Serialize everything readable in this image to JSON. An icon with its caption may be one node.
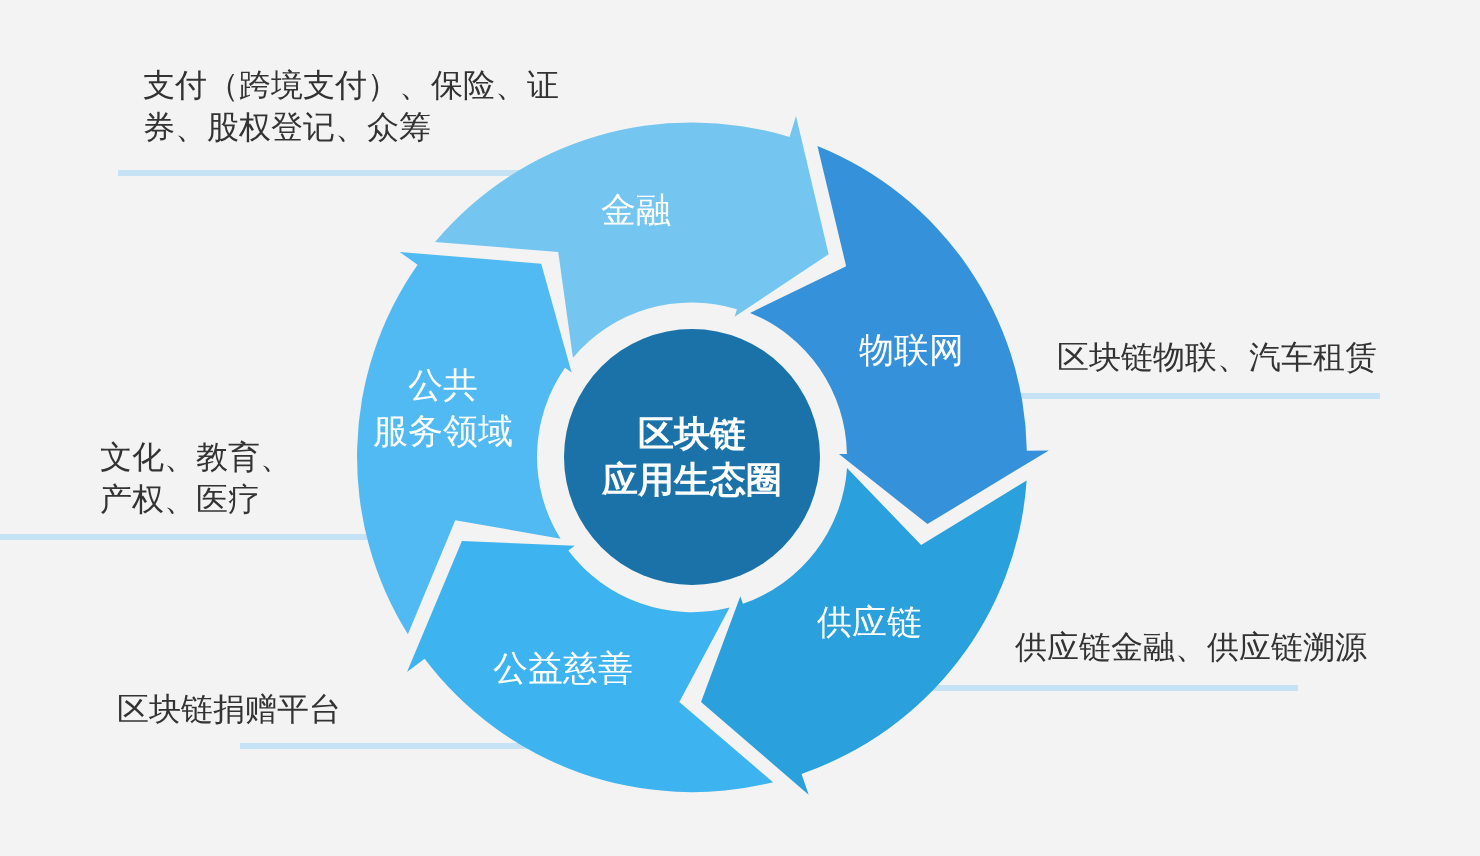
{
  "diagram": {
    "nodes": [
      {
        "text": [
          "区块链",
          "应用生态圈"
        ]
      },
      {
        "text": [
          "金融"
        ],
        "beside": [
          "支付（跨境支付）、保险、证券、股权登记、众筹"
        ]
      },
      {
        "text": [
          "物联网"
        ],
        "beside": [
          "区块链物联、汽车租赁"
        ]
      },
      {
        "text": [
          "供应链"
        ],
        "beside": [
          "供应链金融、供应链溯源"
        ]
      },
      {
        "text": [
          "公益慈善"
        ],
        "beside": [
          "区块链捐赠平台"
        ]
      },
      {
        "text": [
          "公共",
          "服务领域"
        ],
        "beside": [
          "文化、教育、产权、医疗"
        ]
      }
    ]
  }
}
